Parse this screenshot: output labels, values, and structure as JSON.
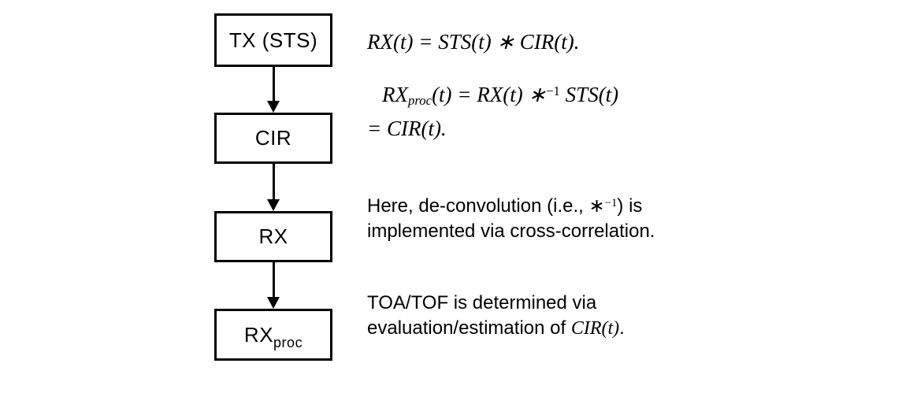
{
  "figure": {
    "background_color": "#ffffff",
    "line_color": "#000000",
    "text_color": "#000000"
  },
  "flowchart": {
    "boxes": {
      "tx": {
        "label": "TX (STS)"
      },
      "cir": {
        "label": "CIR"
      },
      "rx": {
        "label": "RX"
      },
      "rxproc": {
        "main": "RX",
        "sub": "proc"
      }
    },
    "arrows": [
      {
        "from": "tx",
        "to": "cir"
      },
      {
        "from": "cir",
        "to": "rx"
      },
      {
        "from": "rx",
        "to": "rxproc"
      }
    ]
  },
  "equations": {
    "eq1": "RX(t) = STS(t) ∗ CIR(t).",
    "eq2": {
      "line1_pre": "RX",
      "line1_sub": "proc",
      "line1_mid": "(t) = RX(t) ∗",
      "line1_sup": "−1",
      "line1_post": " STS(t)",
      "line2": "= CIR(t)."
    }
  },
  "notes": {
    "deconv": {
      "line1_pre": "Here, de-convolution (i.e., ",
      "line1_star": "∗",
      "line1_sup": "−1",
      "line1_post": ") is",
      "line2": "implemented via cross-correlation."
    },
    "toa": {
      "line1": "TOA/TOF is determined via",
      "line2_pre": "evaluation/estimation of ",
      "line2_math": "CIR(t)",
      "line2_post": "."
    }
  }
}
